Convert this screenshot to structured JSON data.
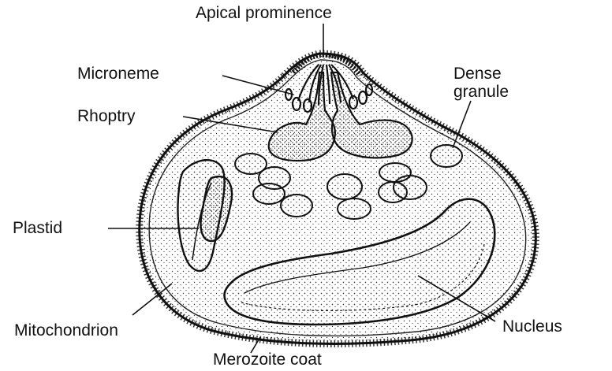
{
  "diagram": {
    "labels": {
      "apical_prominence": "Apical prominence",
      "microneme": "Microneme",
      "rhoptry": "Rhoptry",
      "dense_granule_line1": "Dense",
      "dense_granule_line2": "granule",
      "plastid": "Plastid",
      "mitochondrion": "Mitochondrion",
      "nucleus": "Nucleus",
      "merozoite_coat": "Merozoite coat"
    },
    "colors": {
      "ink": "#111111",
      "background": "#ffffff",
      "stipple": "#333333"
    }
  }
}
